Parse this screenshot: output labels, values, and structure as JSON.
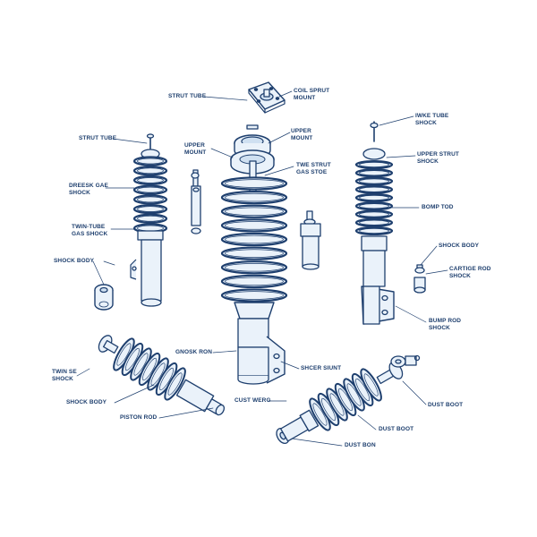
{
  "colors": {
    "ink": "#1e3f6e",
    "fill_light": "#eaf2fa",
    "fill_mid": "#cfe0f1",
    "background": "#ffffff"
  },
  "labels": {
    "strut_tube_top": "STRUT TUBE",
    "coil_sprut_mount": "COIL SPRUT\nMOUNT",
    "strut_tube_left": "STRUT TUBE",
    "upper_mount_center": "UPPER\nMOUNT",
    "upper_mount_left": "UPPER\nMOUNT",
    "twe_strut_gas_stoe": "TWE STRUT\nGAS STOE",
    "iwke_tube_shock": "IWKE TUBE\nSHOCK",
    "upper_strut_shock": "UPPER STRUT\nSHOCK",
    "dreesk_gae_shock": "DREESK GAE\nSHOCK",
    "bomp_tod": "BOMP TOD",
    "twin_tube_gas_shock": "TWIN-TUBE\nGAS SHOCK",
    "shock_body_left": "SHOCK BODY",
    "shock_body_right": "SHOCK BODY",
    "cartige_rod_shock": "CARTIGE ROD\nSHOCK",
    "bump_rod_shock": "BUMP ROD\nSHOCK",
    "gnosk_ron": "GNOSK RON",
    "shcer_siunt": "SHCER SIUNT",
    "twin_se_shock": "TWIN SE\nSHOCK",
    "shock_body_bottom": "SHOCK BODY",
    "cust_werg": "CUST WERG",
    "dust_boot_1": "DUST BOOT",
    "piston_rod": "PISTON ROD",
    "dust_boot_2": "DUST BOOT",
    "dust_bon": "DUST BON"
  }
}
